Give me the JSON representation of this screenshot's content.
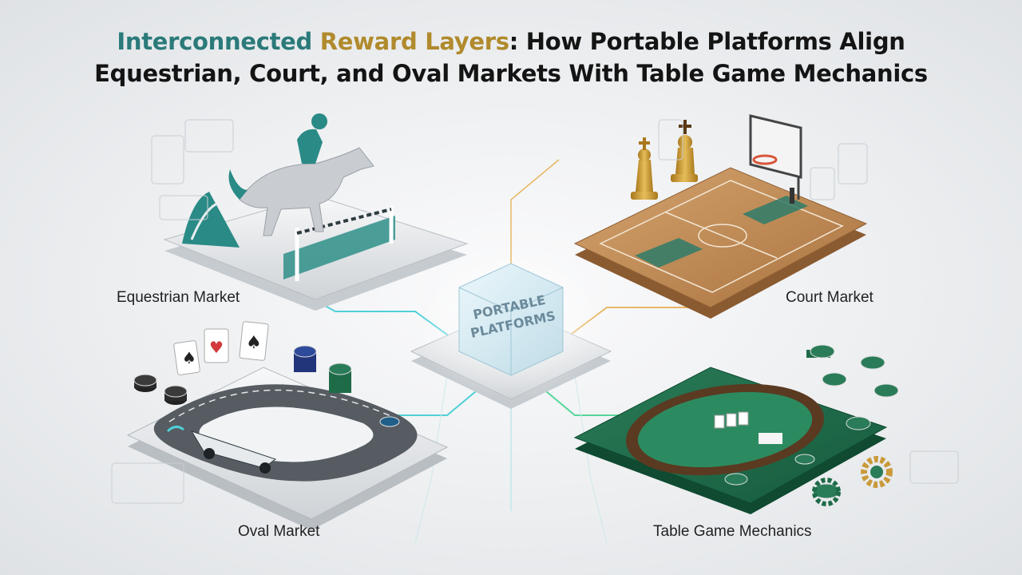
{
  "title": {
    "part1": "Interconnected",
    "part2": "Reward Layers",
    "part3": ": How Portable Platforms Align",
    "line2": "Equestrian, Court, and Oval Markets With Table Game Mechanics"
  },
  "hub": {
    "line1": "PORTABLE",
    "line2": "PLATFORMS"
  },
  "labels": {
    "equestrian": "Equestrian Market",
    "court": "Court Market",
    "oval": "Oval Market",
    "table": "Table Game Mechanics"
  },
  "colors": {
    "teal": "#2b7a7a",
    "gold": "#b08a2c",
    "felt": "#1f6b4b",
    "wood": "#b98654",
    "connector_teal": "#4fd0d8",
    "connector_gold": "#e7b864"
  }
}
